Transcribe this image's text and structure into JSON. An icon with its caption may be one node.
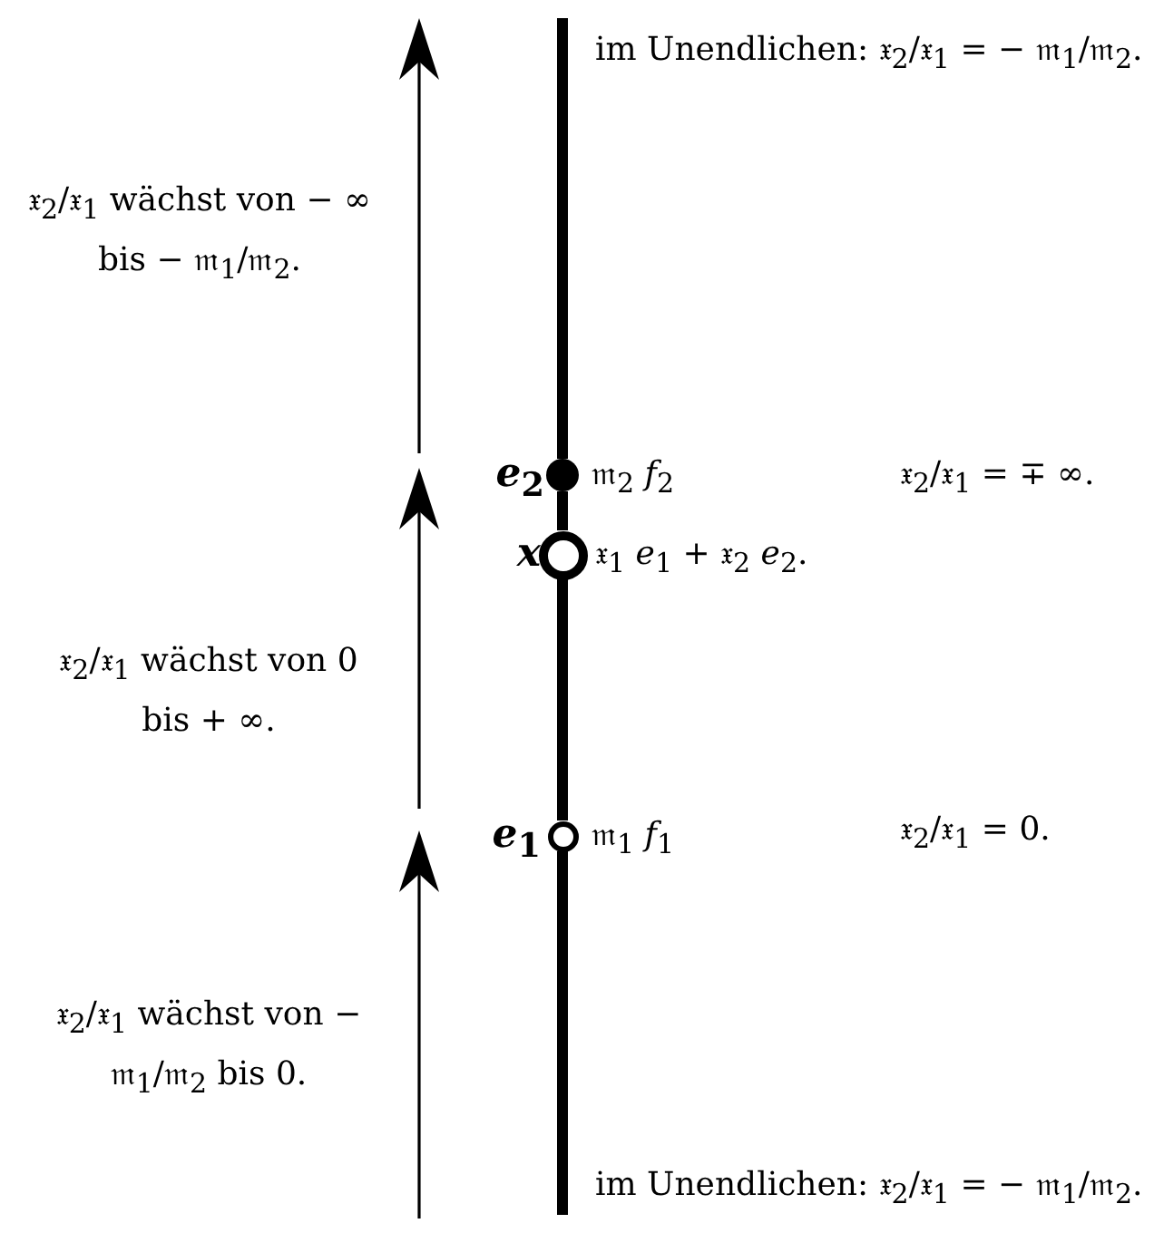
{
  "diagram": {
    "nodes": [
      {
        "text": [],
        "shape": "circle",
        "beside": [
          "*e*$_{2}$",
          "𝔪$_{2}$ *f*$_{2}$"
        ]
      },
      {
        "text": [],
        "shape": "circle",
        "beside": [
          "*x*",
          "𝔵$_{1}$ *e*$_{1}$ + 𝔵$_{2}$ *e*$_{2}$."
        ]
      },
      {
        "text": [],
        "shape": "circle",
        "beside": [
          "*e*$_{1}$",
          "𝔪$_{1}$ *f*$_{1}$"
        ]
      }
    ],
    "edges": [
      {
        "from": null,
        "to": 0,
        "arrow": "none"
      },
      {
        "from": 0,
        "to": 1,
        "arrow": "none"
      },
      {
        "from": 1,
        "to": 2,
        "arrow": "none"
      },
      {
        "from": 2,
        "to": null,
        "arrow": "none"
      }
    ],
    "labels": [
      "im Unendlichen: 𝔵$_{2}$/𝔵$_{1}$ = − 𝔪$_{1}$/𝔪$_{2}$.",
      "𝔵$_{2}$/𝔵$_{1}$ wächst von − ∞ bis − 𝔪$_{1}$/𝔪$_{2}$.",
      "𝔵$_{2}$/𝔵$_{1}$ = ∓ ∞.",
      "𝔵$_{2}$/𝔵$_{1}$ wächst von 0 bis + ∞.",
      "𝔵$_{2}$/𝔵$_{1}$ = 0.",
      "𝔵$_{2}$/𝔵$_{1}$ wächst von − 𝔪$_{1}$/𝔪$_{2}$ bis 0.",
      "im Unendlichen: 𝔵$_{2}$/𝔵$_{1}$ = − 𝔪$_{1}$/𝔪$_{2}$."
    ]
  }
}
